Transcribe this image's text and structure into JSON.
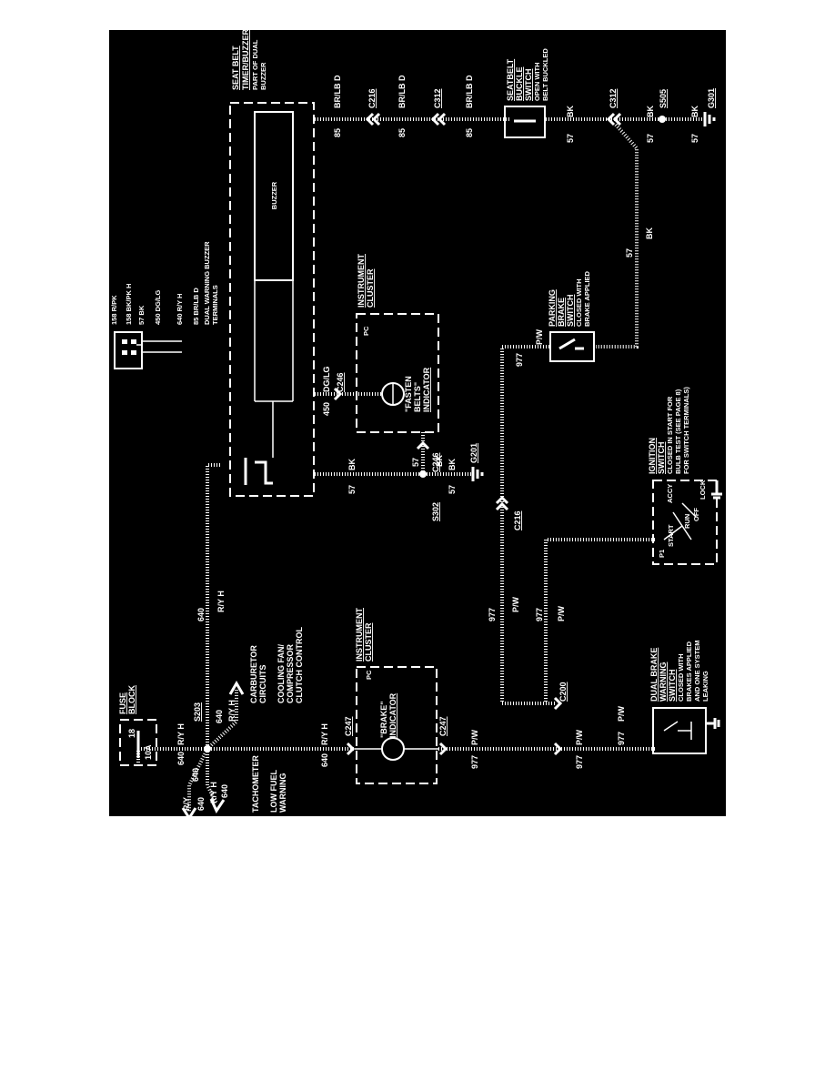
{
  "components": {
    "seatbelt_module": {
      "title": "SEAT BELT",
      "line2": "TIMER/BUZZER",
      "line3": "PART OF DUAL",
      "line4": "BUZZER"
    },
    "buzzer": {
      "label": "BUZZER"
    },
    "buckle_switch": {
      "title": "SEATBELT",
      "line2": "BUCKLE",
      "line3": "SWITCH",
      "note1": "OPEN WITH",
      "note2": "BELT BUCKLED"
    },
    "instrument_cluster_upper": {
      "title": "INSTRUMENT",
      "line2": "CLUSTER",
      "pc": "PC",
      "ind1": "\"FASTEN",
      "ind2": "BELTS\"",
      "ind3": "INDICATOR"
    },
    "instrument_cluster_lower": {
      "title": "INSTRUMENT",
      "line2": "CLUSTER",
      "pc": "PC",
      "ind1": "\"BRAKE\"",
      "ind2": "INDICATOR"
    },
    "parking_brake": {
      "title": "PARKING",
      "line2": "BRAKE",
      "line3": "SWITCH",
      "note1": "CLOSED WITH",
      "note2": "BRAKE APPLIED"
    },
    "ignition": {
      "title": "IGNITION",
      "line2": "SWITCH",
      "note1": "CLOSED IN START FOR",
      "note2": "BULB TEST (SEE PAGE 8)",
      "note3": "FOR SWITCH TERMINALS)",
      "pos_accy": "ACCY",
      "pos_lock": "LOCK",
      "pos_run": "RUN",
      "pos_off": "OFF",
      "pos_start": "START",
      "pos_p1": "P1"
    },
    "dual_brake": {
      "title": "DUAL BRAKE",
      "line2": "WARNING",
      "line3": "SWITCH",
      "note1": "CLOSED WITH",
      "note2": "BRAKES APPLIED",
      "note3": "AND ONE SYSTEM",
      "note4": "LEAKING"
    },
    "fuse_block": {
      "title": "FUSE",
      "line2": "BLOCK",
      "fuse": "18",
      "rating": "10A"
    },
    "buzzer_terminals": {
      "t1": "158 R/PK",
      "t2": "158 BK/PK H",
      "t3": "57 BK",
      "t4": "450 DG/LG",
      "t5": "640 R/Y H",
      "t6": "85 BR/LB D",
      "cap1": "DUAL WARNING BUZZER",
      "cap2": "TERMINALS"
    }
  },
  "connectors": {
    "c216": "C216",
    "c312": "C312",
    "c246": "C246",
    "c247": "C247",
    "c200": "C200",
    "s505": "S505",
    "s203": "S203",
    "s302": "S302",
    "g301": "G301",
    "g201": "G201"
  },
  "wires": {
    "c85": "85",
    "br_lbd": "BR/LB D",
    "c57": "57",
    "bk": "BK",
    "c450": "450",
    "dg_lg": "DG/LG",
    "c640": "640",
    "ry_h": "R/Y H",
    "ry": "R/Y",
    "c977": "977",
    "pw": "P/W"
  },
  "branches": {
    "carb1": "CARBURETOR",
    "carb2": "CIRCUITS",
    "fan1": "COOLING FAN/",
    "fan2": "COMPRESSOR",
    "fan3": "CLUTCH CONTROL",
    "tach": "TACHOMETER",
    "low1": "LOW FUEL",
    "low2": "WARNING"
  }
}
